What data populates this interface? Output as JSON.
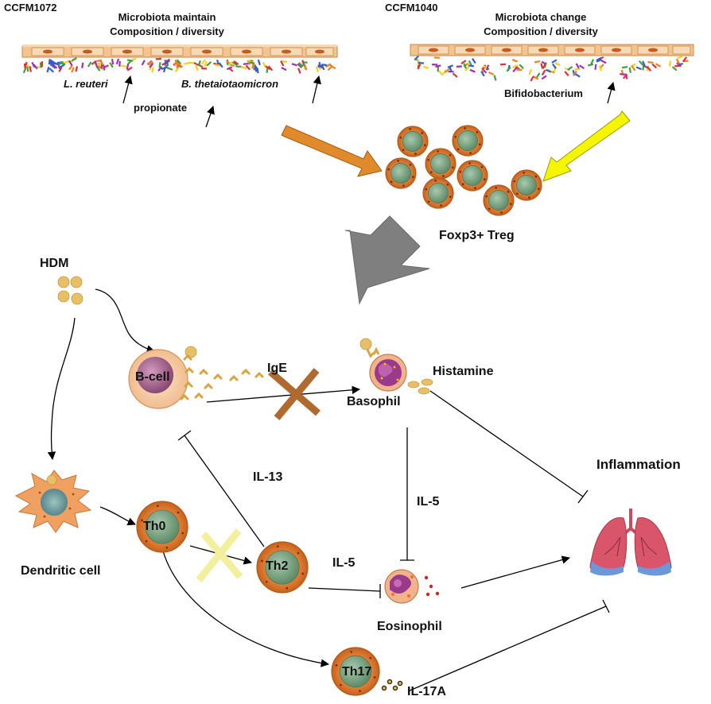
{
  "panels": {
    "left": {
      "strain": "CCFM1072",
      "title_line1": "Microbiota maintain",
      "title_line2": "Composition / diversity",
      "bacteria1": "L. reuteri",
      "bacteria2": "B. thetaiotaomicron",
      "metabolite": "propionate"
    },
    "right": {
      "strain": "CCFM1040",
      "title_line1": "Microbiota change",
      "title_line2": "Composition / diversity",
      "bacteria": "Bifidobacterium"
    }
  },
  "treg_label": "Foxp3+ Treg",
  "cells": {
    "hdm": "HDM",
    "bcell": "B-cell",
    "basophil": "Basophil",
    "dendritic": "Dendritic cell",
    "th0": "Th0",
    "th2": "Th2",
    "th17": "Th17",
    "eosinophil": "Eosinophil"
  },
  "mediators": {
    "ige": "IgE",
    "histamine": "Histamine",
    "il13": "IL-13",
    "il5_basophil": "IL-5",
    "il5_th2": "IL-5",
    "il17a": "IL-17A"
  },
  "outcome": "Inflammation",
  "colors": {
    "orange_arrow": "#e08a2c",
    "yellow_arrow": "#f5f500",
    "gray_arrow": "#808080",
    "cross_brown": "#b06a30",
    "cross_yellow": "#f2ef9e",
    "cell_fill": "#e9833a",
    "nucleus": "#6f9c78",
    "lung": "#d9566a",
    "lung_base": "#6d98d8",
    "epithelium": "#f0c08a",
    "particle": "#e8bf66"
  }
}
